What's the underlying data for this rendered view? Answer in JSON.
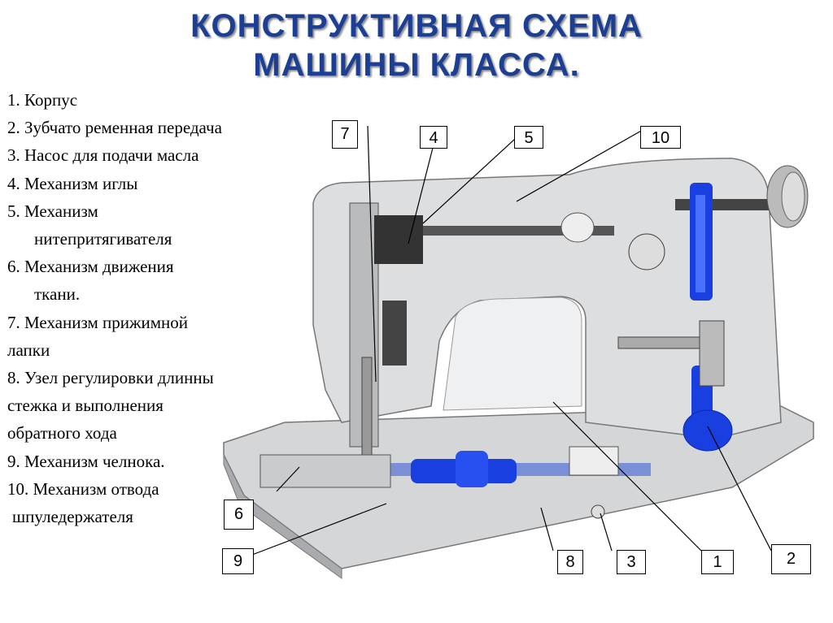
{
  "title": {
    "line1": "КОНСТРУКТИВНАЯ СХЕМА",
    "line2": "МАШИНЫ КЛАССА."
  },
  "legend": [
    "1. Корпус",
    "2. Зубчато ременная передача",
    "3. Насос для подачи масла",
    "4. Механизм иглы",
    "5. Механизм",
    "нитепритягивателя",
    "6. Механизм движения",
    "ткани.",
    "7. Механизм прижимной",
    "лапки",
    "8. Узел регулировки длинны",
    "стежка и выполнения",
    "обратного хода",
    "9. Механизм челнока.",
    "10. Механизм отвода",
    "шпуледержателя"
  ],
  "callouts": {
    "c1": "1",
    "c2": "2",
    "c3": "3",
    "c4": "4",
    "c5": "5",
    "c6": "6",
    "c7": "7",
    "c8": "8",
    "c9": "9",
    "c10": "10"
  },
  "colors": {
    "title": "#1c3f94",
    "mechanism_blue": "#1a3fe0",
    "body_gray": "#d8dadc"
  }
}
